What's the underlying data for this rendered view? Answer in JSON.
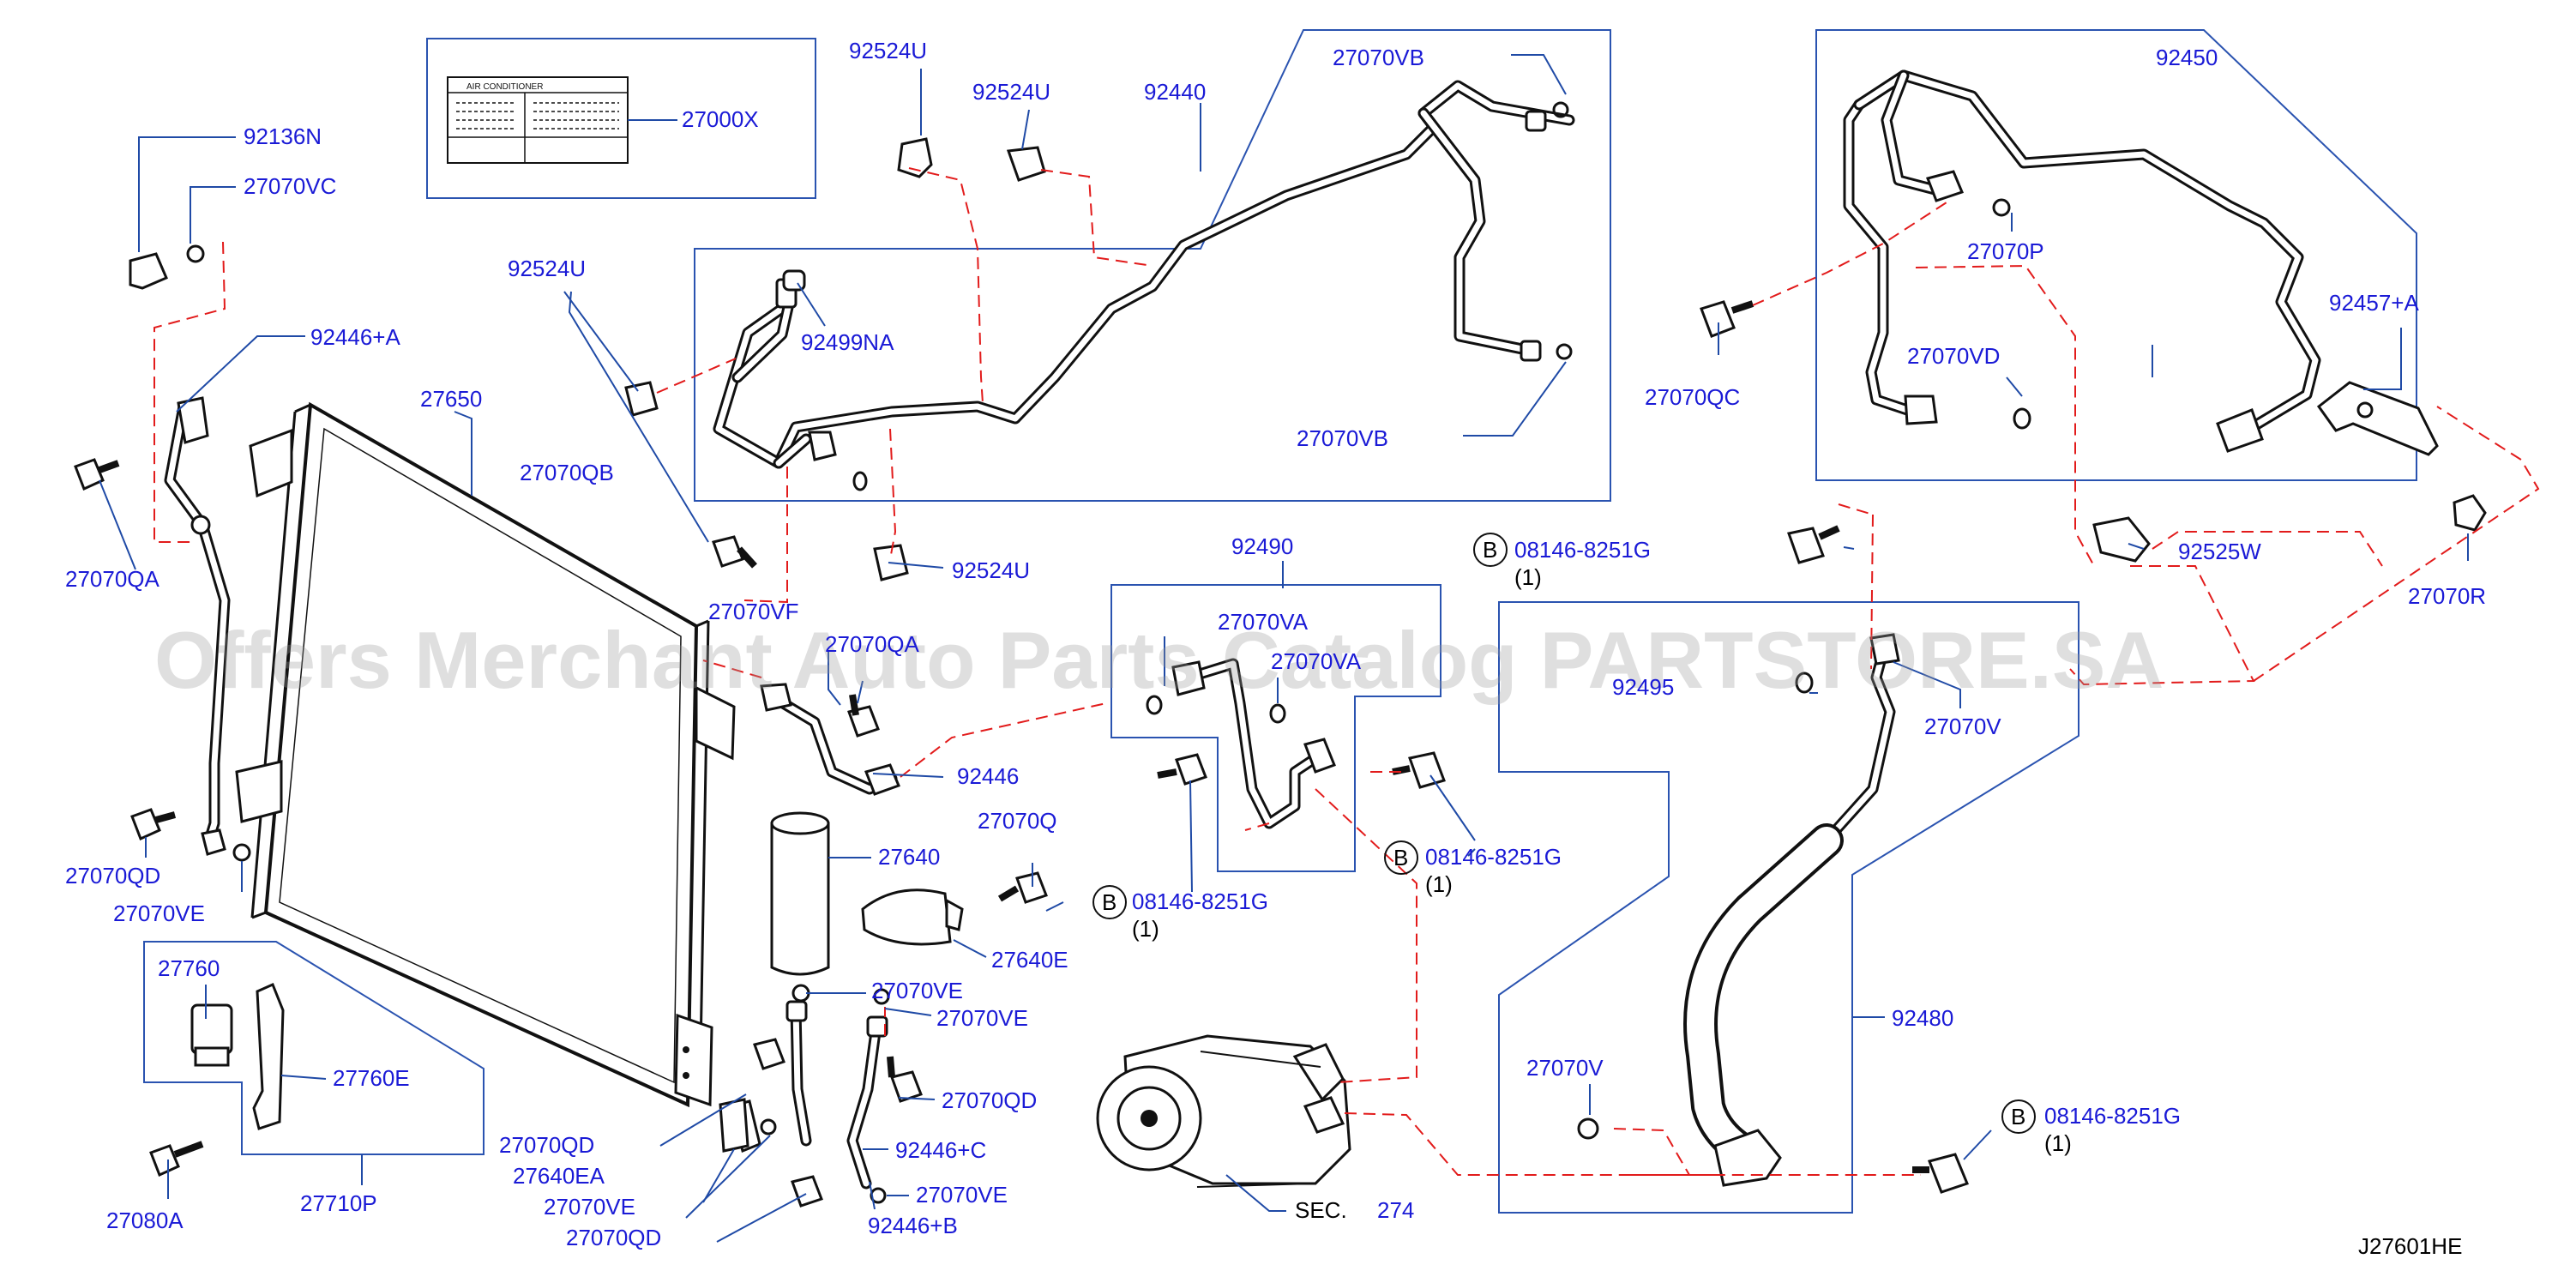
{
  "diagram_code": "J27601HE",
  "watermark": "Offers Merchant Auto Parts Catalog PARTSTORE.SA",
  "label_card": {
    "line1": "AIR    CONDITIONER",
    "part": "27000X"
  },
  "bolt_prefix": "B",
  "qty_1": "(1)",
  "sec_prefix": "SEC.",
  "sec_ref": "274",
  "labels": {
    "p92136N": "92136N",
    "p27070VC": "27070VC",
    "p92446A": "92446+A",
    "p27070QA": "27070QA",
    "p27650": "27650",
    "p92524U_a": "92524U",
    "p92524U_b": "92524U",
    "p92524U_c": "92524U",
    "p92524U_d": "92524U",
    "p92440": "92440",
    "p27070VB_top": "27070VB",
    "p27070VB_bot": "27070VB",
    "p92499NA": "92499NA",
    "p27070QB": "27070QB",
    "p27070VF": "27070VF",
    "p27070QA2": "27070QA",
    "p92446": "92446",
    "p92490": "92490",
    "p27070VA_1": "27070VA",
    "p27070VA_2": "27070VA",
    "p08146_a": "08146-8251G",
    "p08146_b": "08146-8251G",
    "p08146_c": "08146-8251G",
    "p08146_d": "08146-8251G",
    "p27070QD_1": "27070QD",
    "p27070VE_1": "27070VE",
    "p27640": "27640",
    "p27070Q": "27070Q",
    "p27640E": "27640E",
    "p27070VE_2": "27070VE",
    "p27070VE_3": "27070VE",
    "p27070QD_2": "27070QD",
    "p27760": "27760",
    "p27760E": "27760E",
    "p27080A": "27080A",
    "p27710P": "27710P",
    "p27070QD_3": "27070QD",
    "p27640EA": "27640EA",
    "p27070VE_4": "27070VE",
    "p27070QD_4": "27070QD",
    "p92446C": "92446+C",
    "p27070VE_5": "27070VE",
    "p92446B": "92446+B",
    "p92450": "92450",
    "p27070P": "27070P",
    "p27070QC": "27070QC",
    "p27070VD": "27070VD",
    "p92457A": "92457+A",
    "p92525W": "92525W",
    "p27070R": "27070R",
    "p92495": "92495",
    "p27070V_1": "27070V",
    "p27070V_2": "27070V",
    "p92480": "92480"
  }
}
